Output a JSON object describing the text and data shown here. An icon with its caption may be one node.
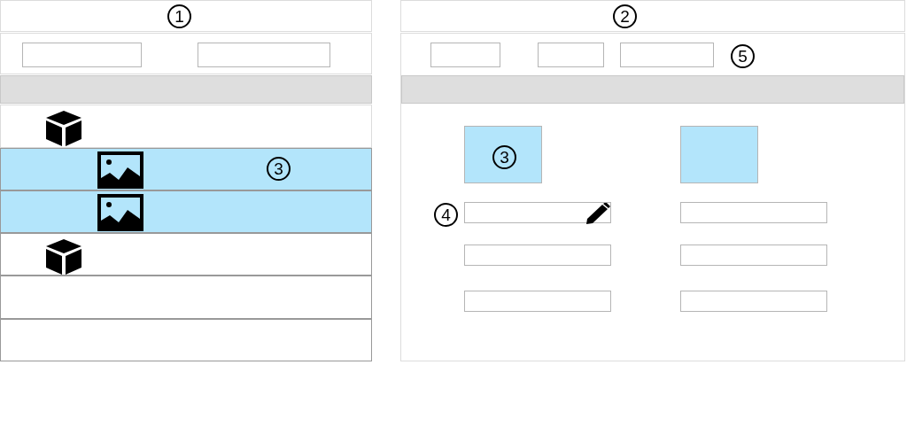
{
  "diagram": {
    "labels": [
      "1",
      "2",
      "5",
      "3",
      "3",
      "4"
    ]
  }
}
